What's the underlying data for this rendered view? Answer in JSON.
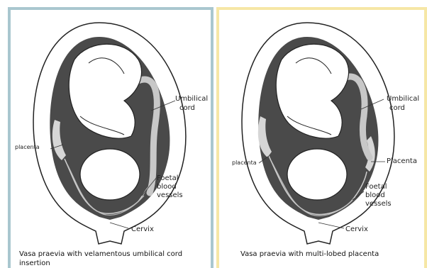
{
  "left": {
    "caption": "Vasa praevia with velamentous umbilical cord insertion",
    "labels": {
      "umbilical": "Umbilical",
      "cord": "cord",
      "placenta": "placenta",
      "foetal": "Foetal",
      "blood": "blood",
      "vessels": "vessels",
      "cervix": "Cervix"
    }
  },
  "right": {
    "caption": "Vasa praevia with multi-lobed placenta",
    "labels": {
      "umbilical": "Umbilical",
      "cord": "cord",
      "placenta_small": "placenta",
      "placenta": "Placenta",
      "foetal": "Foetal",
      "blood": "blood",
      "vessels": "vessels",
      "cervix": "Cervix"
    }
  },
  "colors": {
    "left_border": "#a9c7cf",
    "right_border": "#f6e7a6",
    "uterus_wall": "#ffffff",
    "cavity": "#4a4a4a",
    "placenta": "#d6d6d6"
  }
}
